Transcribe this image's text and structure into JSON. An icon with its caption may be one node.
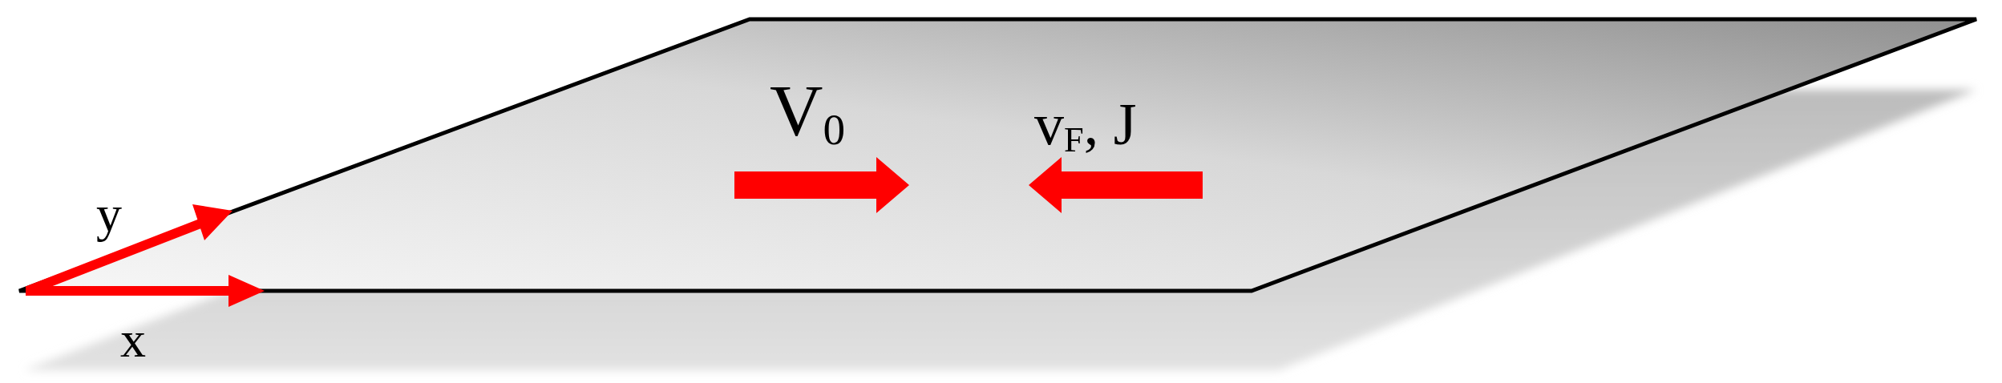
{
  "diagram": {
    "labels": [
      "V$_{0}$",
      "v$_{F}$, J",
      "y",
      "x"
    ]
  }
}
